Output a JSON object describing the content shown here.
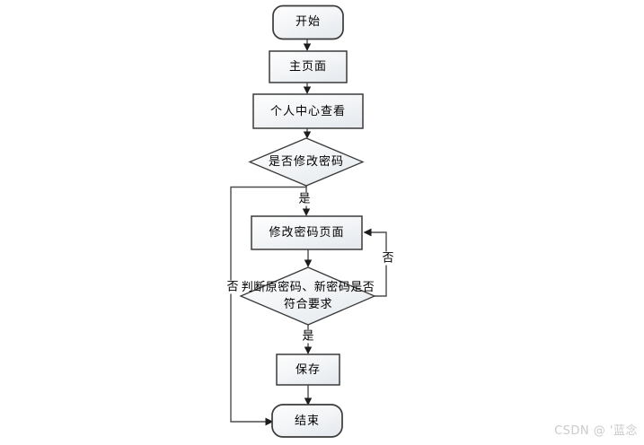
{
  "diagram": {
    "nodes": {
      "start": {
        "type": "terminator",
        "label": "开始"
      },
      "main_page": {
        "type": "process",
        "label": "主页面"
      },
      "personal_center": {
        "type": "process",
        "label": "个人中心查看"
      },
      "decision_modify": {
        "type": "decision",
        "label": "是否修改密码"
      },
      "modify_page": {
        "type": "process",
        "label": "修改密码页面"
      },
      "decision_valid": {
        "type": "decision",
        "line1": "判断原密码、新密码是否",
        "line2": "符合要求"
      },
      "save": {
        "type": "process",
        "label": "保存"
      },
      "end": {
        "type": "terminator",
        "label": "结束"
      }
    },
    "edges": {
      "yes_modify": {
        "label": "是"
      },
      "no_modify": {
        "label": "否"
      },
      "yes_valid": {
        "label": "是"
      },
      "no_valid": {
        "label": "否"
      }
    }
  },
  "watermark": {
    "text": "CSDN @ '蓝念"
  },
  "colors": {
    "node_border": "#3a3a3a",
    "connector": "#4d4d4d",
    "arrowhead": "#1c1c1c",
    "fill_top": "#fefefe",
    "fill_bottom": "#e7ebef",
    "watermark": "#cbcbcb"
  }
}
